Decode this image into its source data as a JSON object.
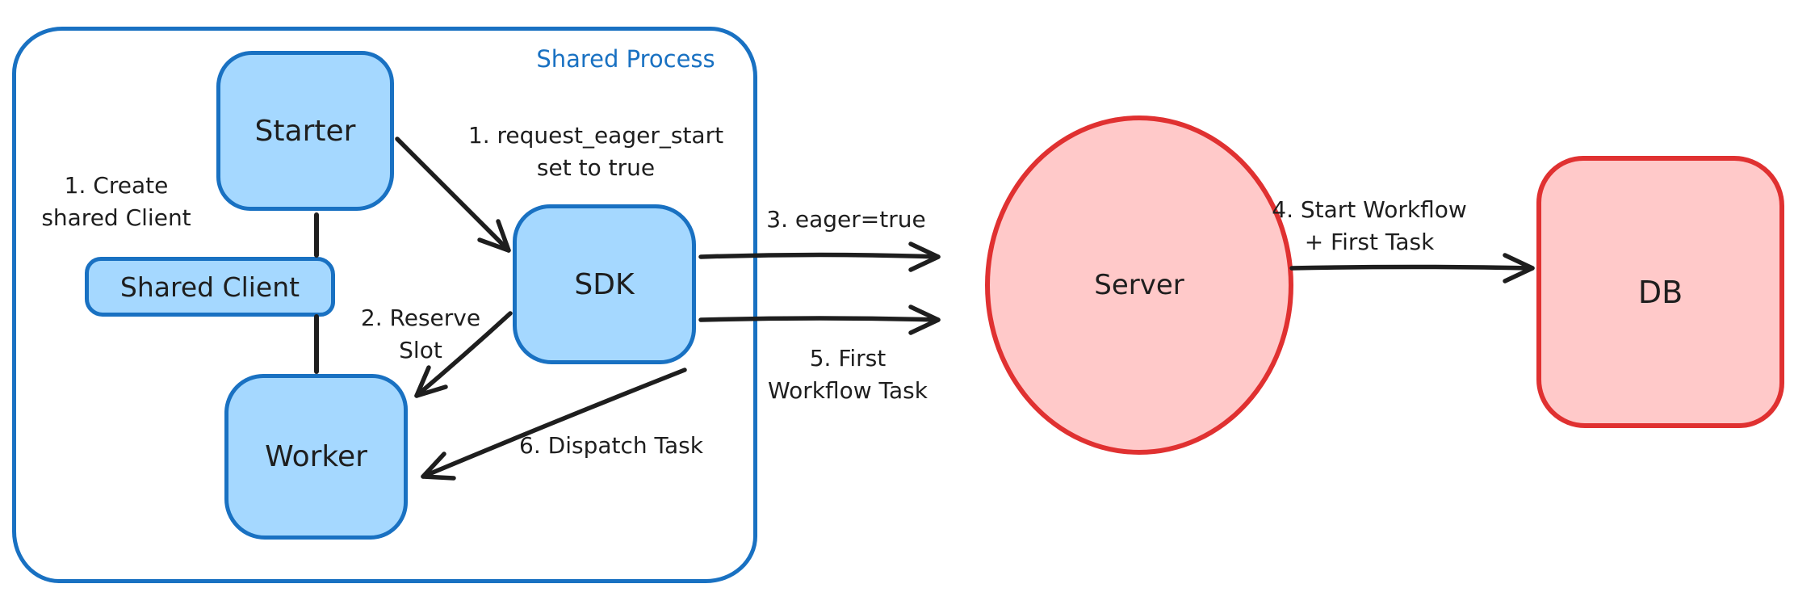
{
  "diagram": {
    "title": "Shared Process",
    "nodes": {
      "starter": {
        "label": "Starter"
      },
      "shared_client": {
        "label": "Shared Client"
      },
      "worker": {
        "label": "Worker"
      },
      "sdk": {
        "label": "SDK"
      },
      "server": {
        "label": "Server"
      },
      "db": {
        "label": "DB"
      }
    },
    "annotations": {
      "create_shared_client": {
        "line1": "1. Create",
        "line2": "shared Client"
      },
      "request_eager_start": {
        "line1": "1. request_eager_start",
        "line2": "set to true"
      },
      "reserve_slot": {
        "line1": "2. Reserve",
        "line2": "Slot"
      },
      "eager_true": {
        "text": "3. eager=true"
      },
      "start_workflow": {
        "line1": "4. Start Workflow",
        "line2": "+ First Task"
      },
      "first_workflow_task": {
        "line1": "5. First",
        "line2": "Workflow Task"
      },
      "dispatch_task": {
        "text": "6. Dispatch Task"
      }
    },
    "colors": {
      "blue_stroke": "#1971c2",
      "blue_fill": "#a5d8ff",
      "red_stroke": "#e03131",
      "red_fill": "#ffc9c9",
      "ink": "#1e1e1e",
      "background": "#ffffff"
    }
  }
}
